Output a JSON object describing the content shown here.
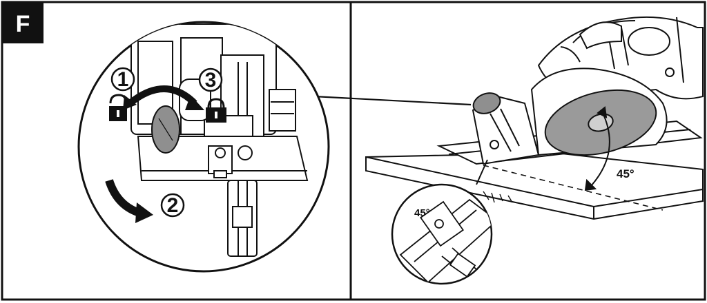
{
  "figure": {
    "badge": "F",
    "steps": [
      "1",
      "2",
      "3"
    ],
    "angle_main": "45°",
    "angle_detail": "45°"
  },
  "colors": {
    "ink": "#111111",
    "blade_fill": "#9a9a9a",
    "lever_fill": "#8f8f8f",
    "background": "#ffffff"
  },
  "icons": [
    "unlock-icon",
    "lock-icon",
    "curved-arrow-icon",
    "tilt-arrow-icon"
  ]
}
